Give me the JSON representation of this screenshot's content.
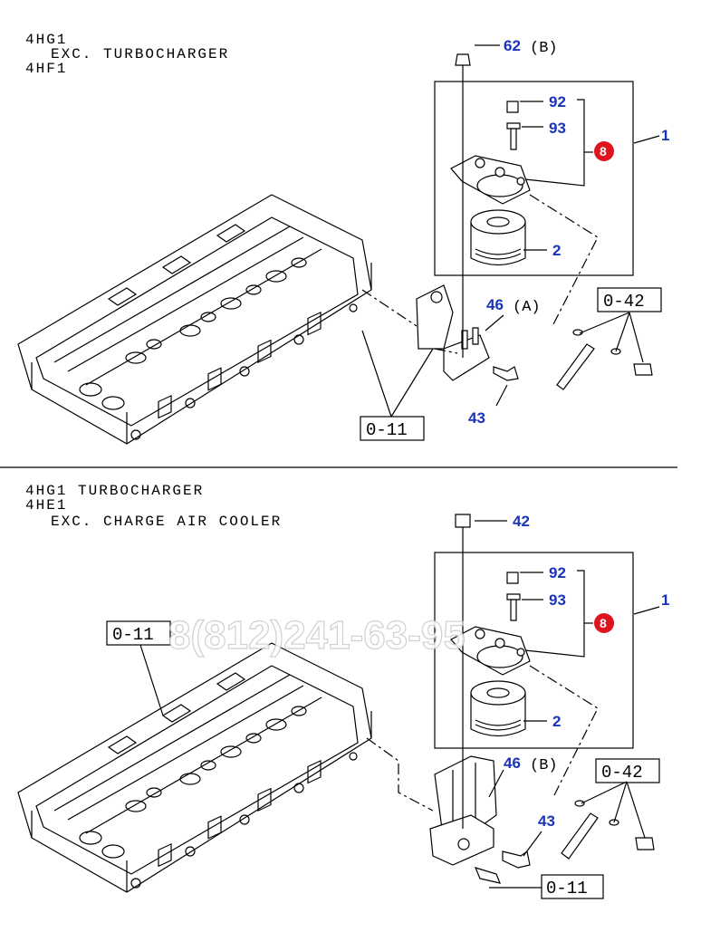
{
  "top": {
    "conditions": [
      "4HG1",
      "EXC. TURBOCHARGER",
      "4HF1"
    ],
    "labels": {
      "p62": "62",
      "p62_suffix": "(B)",
      "p92": "92",
      "p93": "93",
      "p8": "8",
      "p1": "1",
      "p2": "2",
      "p46": "46",
      "p46_suffix": "(A)",
      "p43": "43"
    },
    "refs": {
      "r042": "0-42",
      "r011": "0-11"
    }
  },
  "bottom": {
    "conditions": [
      "4HG1 TURBOCHARGER",
      "4HE1",
      "EXC. CHARGE AIR COOLER"
    ],
    "labels": {
      "p42": "42",
      "p92": "92",
      "p93": "93",
      "p8": "8",
      "p1": "1",
      "p2": "2",
      "p46": "46",
      "p46_suffix": "(B)",
      "p43": "43"
    },
    "refs": {
      "r011_left": "0-11",
      "r042": "0-42",
      "r011_bottom": "0-11"
    }
  },
  "watermark": "8(812)241-63-95",
  "colors": {
    "label": "#1a33b8",
    "badge": "#e0141e",
    "line": "#000000"
  }
}
